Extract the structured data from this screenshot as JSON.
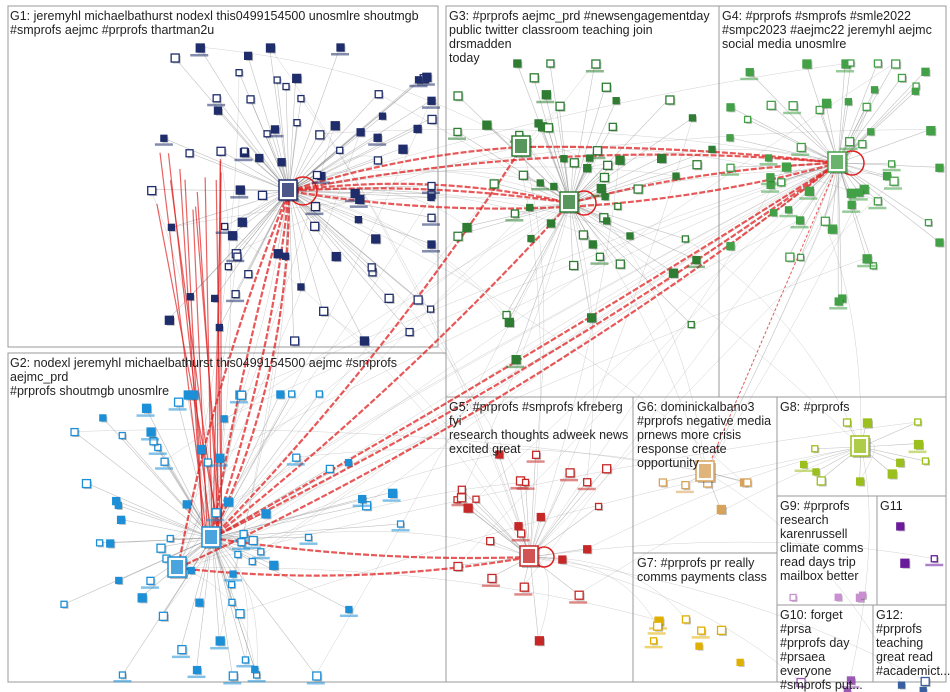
{
  "colors": {
    "g1": "#1f2d6b",
    "g2": "#1d8fd6",
    "g3": "#2e7d32",
    "g4": "#43a047",
    "g5": "#c62828",
    "g6": "#d7a35a",
    "g7": "#e0b000",
    "g8": "#9bbf1c",
    "g9": "#c98fd0",
    "g10": "#9b59b6",
    "g11": "#6a1b9a",
    "g12": "#3a5fa0",
    "edge": "#8c8c8c",
    "edge_hot": "#e02020",
    "border": "#9a9a9a"
  },
  "groups": [
    {
      "id": "g1",
      "label": "G1: jeremyhl michaelbathurst nodexl this0499154500 unosmlre shoutmgb\n#smprofs aejmc #prprofs thartman2u"
    },
    {
      "id": "g2",
      "label": "G2: nodexl jeremyhl michaelbathurst this0499154500 aejmc #smprofs aejmc_prd\n#prprofs shoutmgb unosmlre"
    },
    {
      "id": "g3",
      "label": "G3: #prprofs aejmc_prd #newsengagementday\npublic twitter classroom teaching join drsmadden\ntoday"
    },
    {
      "id": "g4",
      "label": "G4: #prprofs #smprofs #smle2022\n#smpc2023 #aejmc22 jeremyhl aejmc\nsocial media unosmlre"
    },
    {
      "id": "g5",
      "label": "G5: #prprofs #smprofs kfreberg fyi\nresearch thoughts adweek news\nexcited great"
    },
    {
      "id": "g6",
      "label": "G6: dominickalbano3\n#prprofs negative media\nprnews more crisis\nresponse create\nopportunity"
    },
    {
      "id": "g7",
      "label": "G7: #prprofs pr really\ncomms payments class"
    },
    {
      "id": "g8",
      "label": "G8: #prprofs"
    },
    {
      "id": "g9",
      "label": "G9: #prprofs\nresearch\nkarenrussell\nclimate comms\nread days trip\nmailbox better"
    },
    {
      "id": "g11",
      "label": "G11"
    },
    {
      "id": "g10",
      "label": "G10: forget #prsa\n#prprofs day\n#prsaea\neveryone\n#smprofs put..."
    },
    {
      "id": "g12",
      "label": "G12:\n#prprofs\nteaching\ngreat read\n#academict..."
    }
  ]
}
